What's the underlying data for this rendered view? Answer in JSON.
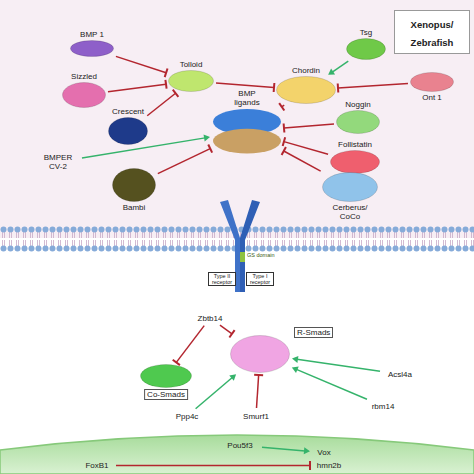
{
  "diagram": {
    "title": "Xenopus/ Zebrafish",
    "nodes": [
      {
        "text": [
          "BMP 1"
        ]
      },
      {
        "text": [
          "Tolloid"
        ]
      },
      {
        "text": [
          "Sizzled"
        ]
      },
      {
        "text": [
          "Crescent"
        ]
      },
      {
        "text": [
          "BMPER CV-2"
        ]
      },
      {
        "text": [
          "BMP ligands"
        ]
      },
      {
        "text": [
          "Tsg"
        ]
      },
      {
        "text": [
          "Chordin"
        ]
      },
      {
        "text": [
          "Ont 1"
        ]
      },
      {
        "text": [
          "Noggin"
        ]
      },
      {
        "text": [
          "Follistatin"
        ]
      },
      {
        "text": [
          "Bambi"
        ]
      },
      {
        "text": [
          "Cerberus/ CoCo"
        ]
      },
      {
        "text": [
          "Type II receptor",
          "Type I receptor",
          "GS domain"
        ]
      },
      {
        "text": [
          "Zbtb14"
        ]
      },
      {
        "text": [
          "R-Smads"
        ]
      },
      {
        "text": [
          "Co-Smads"
        ]
      },
      {
        "text": [
          "Acsl4a"
        ]
      },
      {
        "text": [
          "rbm14"
        ]
      },
      {
        "text": [
          "Smurf1"
        ]
      },
      {
        "text": [
          "Ppp4c"
        ]
      },
      {
        "text": [
          "Pou5f3"
        ]
      },
      {
        "text": [
          "Vox"
        ]
      },
      {
        "text": [
          "FoxB1"
        ]
      },
      {
        "text": [
          "hmn2b"
        ]
      }
    ],
    "edges": [
      {
        "from": 0,
        "to": 1,
        "arrow": "to"
      },
      {
        "from": 2,
        "to": 1,
        "arrow": "to"
      },
      {
        "from": 3,
        "to": 1,
        "arrow": "to"
      },
      {
        "from": 1,
        "to": 7,
        "arrow": "to"
      },
      {
        "from": 6,
        "to": 7,
        "arrow": "to"
      },
      {
        "from": 8,
        "to": 7,
        "arrow": "to"
      },
      {
        "from": 7,
        "to": 5,
        "arrow": "to"
      },
      {
        "from": 9,
        "to": 5,
        "arrow": "to"
      },
      {
        "from": 10,
        "to": 5,
        "arrow": "to"
      },
      {
        "from": 4,
        "to": 5,
        "arrow": "to"
      },
      {
        "from": 11,
        "to": 5,
        "arrow": "to"
      },
      {
        "from": 12,
        "to": 5,
        "arrow": "to"
      },
      {
        "from": 14,
        "to": 16,
        "arrow": "to"
      },
      {
        "from": 14,
        "to": 15,
        "arrow": "to"
      },
      {
        "from": 20,
        "to": 15,
        "arrow": "to"
      },
      {
        "from": 19,
        "to": 15,
        "arrow": "to"
      },
      {
        "from": 18,
        "to": 15,
        "arrow": "to"
      },
      {
        "from": 17,
        "to": 15,
        "arrow": "to"
      },
      {
        "from": 21,
        "to": 22,
        "arrow": "to"
      },
      {
        "from": 23,
        "to": 24,
        "arrow": "to"
      }
    ]
  }
}
